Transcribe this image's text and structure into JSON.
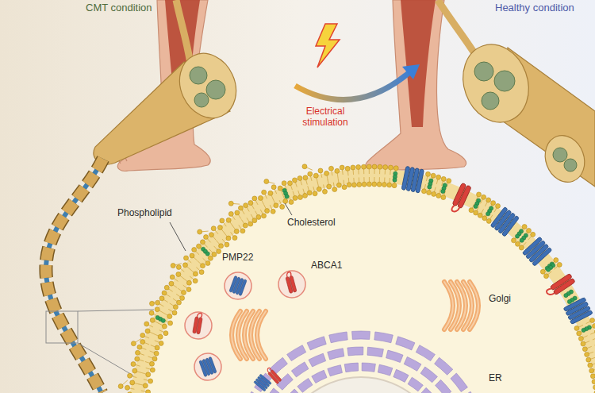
{
  "diagram": {
    "labels": [
      "CMT condition",
      "Healthy condition",
      "Electrical stimulation",
      "Phospholipid",
      "Cholesterol",
      "PMP22",
      "ABCA1",
      "Golgi",
      "ER"
    ]
  }
}
